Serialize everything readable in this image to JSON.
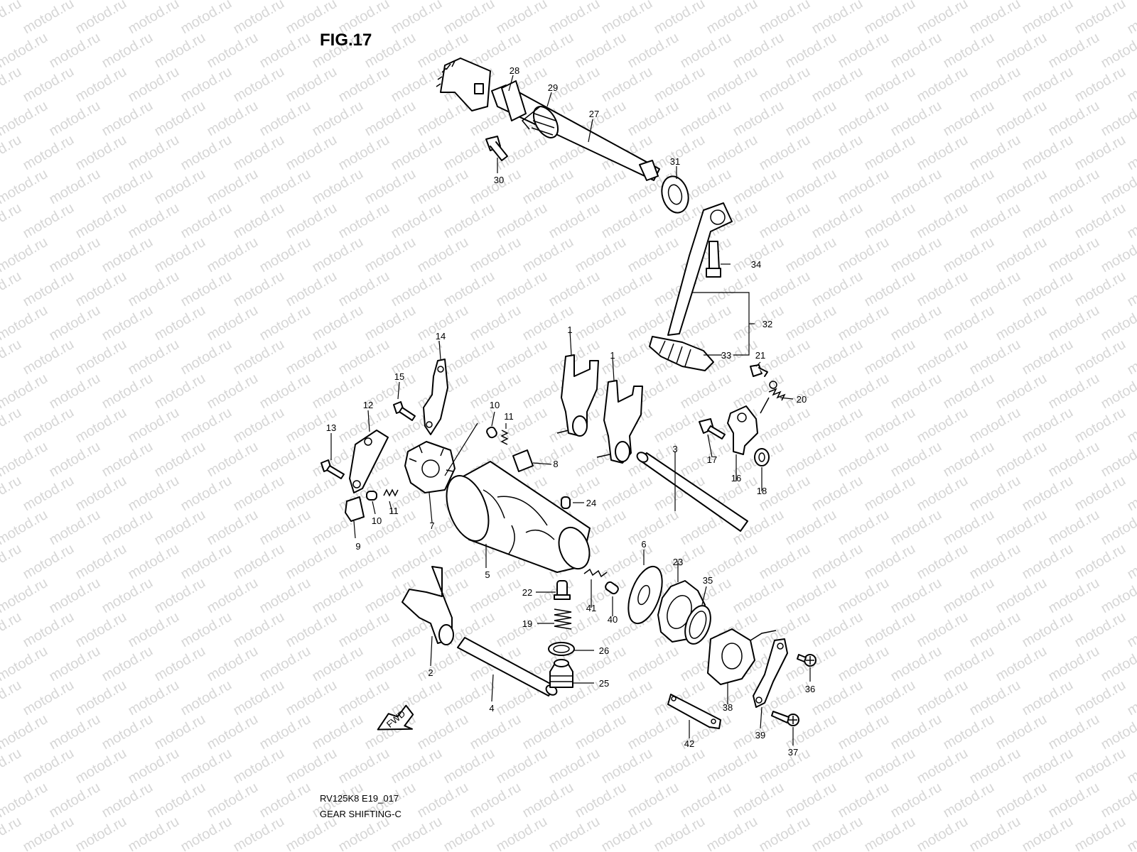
{
  "title": "FIG.17",
  "watermark": "motod.ru",
  "caption": {
    "code": "RV125K8 E19_017",
    "name": "GEAR SHIFTING-C"
  },
  "direction_label": "FWD",
  "callouts": {
    "c1a": "1",
    "c1b": "1",
    "c2": "2",
    "c3": "3",
    "c4": "4",
    "c5": "5",
    "c6": "6",
    "c7": "7",
    "c8": "8",
    "c9": "9",
    "c10a": "10",
    "c10b": "10",
    "c11a": "11",
    "c11b": "11",
    "c12": "12",
    "c13": "13",
    "c14": "14",
    "c15": "15",
    "c16": "16",
    "c17": "17",
    "c18": "18",
    "c19": "19",
    "c20": "20",
    "c21": "21",
    "c22": "22",
    "c23": "23",
    "c24": "24",
    "c25": "25",
    "c26": "26",
    "c27": "27",
    "c28": "28",
    "c29": "29",
    "c30": "30",
    "c31": "31",
    "c32": "32",
    "c33": "33",
    "c34": "34",
    "c35": "35",
    "c36": "36",
    "c37": "37",
    "c38": "38",
    "c39": "39",
    "c40": "40",
    "c41": "41",
    "c42": "42"
  }
}
